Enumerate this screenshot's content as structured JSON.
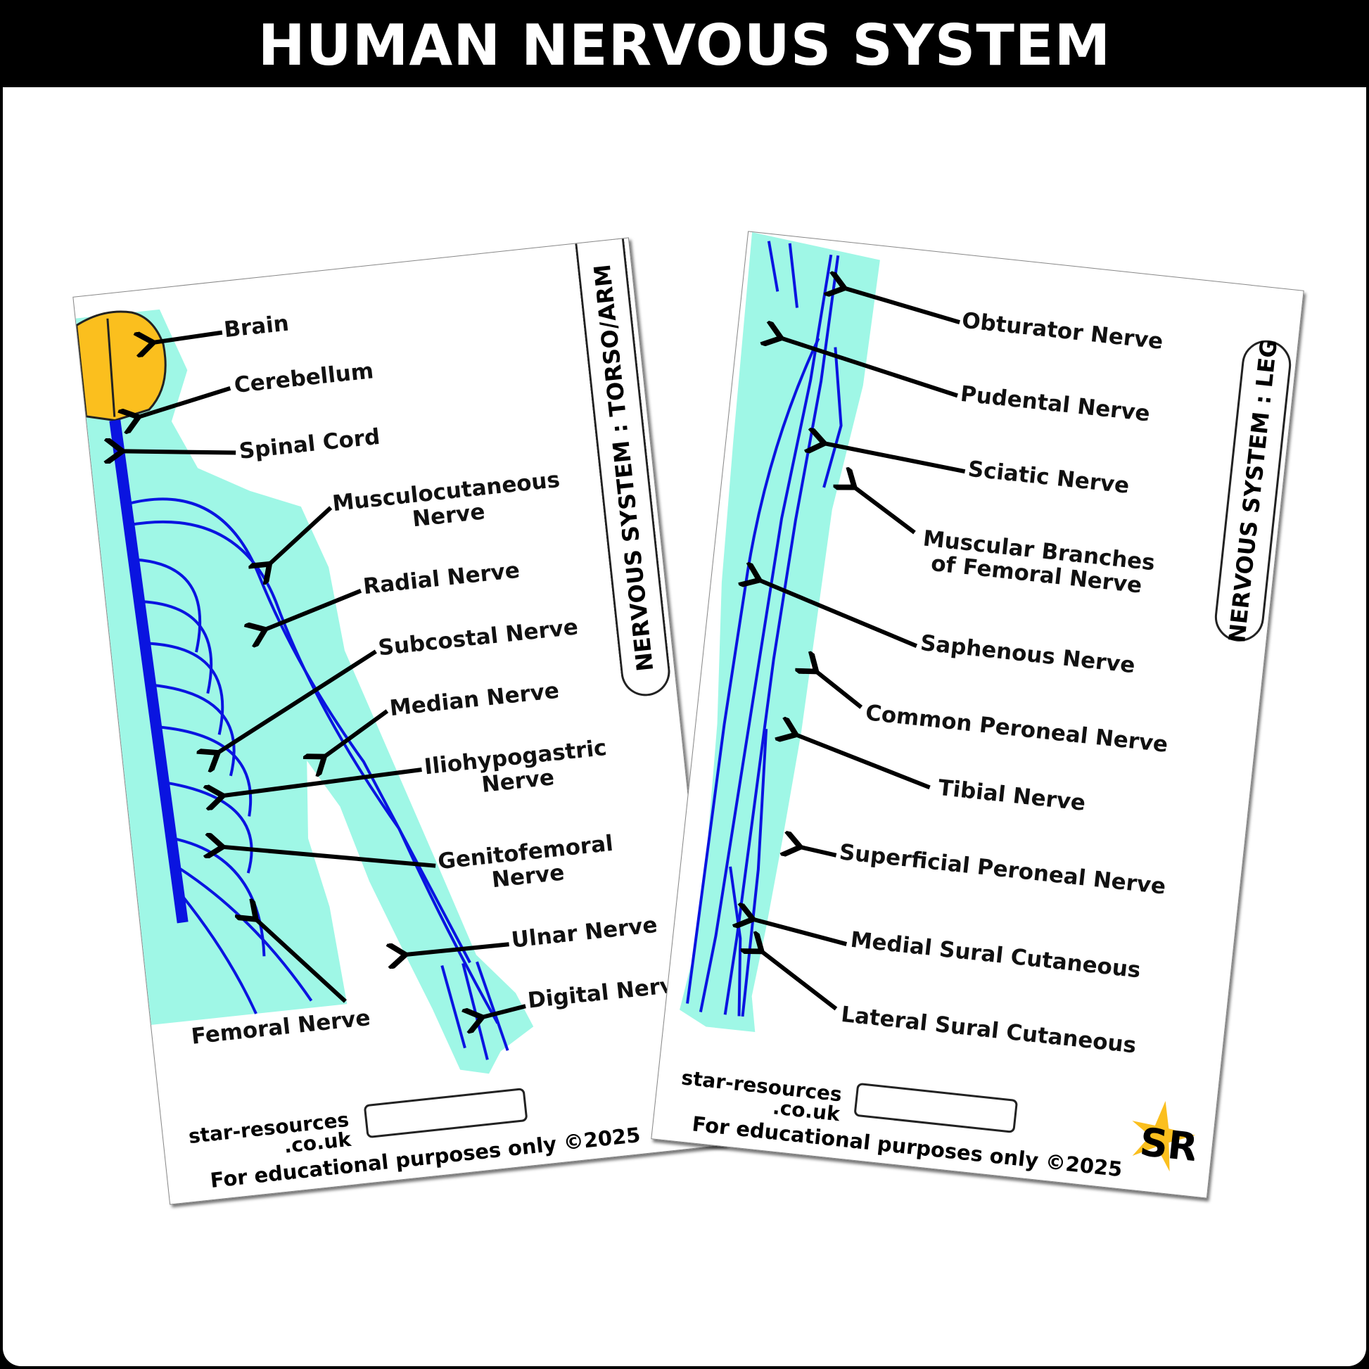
{
  "title": "HUMAN NERVOUS SYSTEM",
  "colors": {
    "nerve": "#0a14e0",
    "body": "#9ff7e6",
    "brain": "#fbbf1e",
    "marker": "#e01010"
  },
  "left_card": {
    "tab": "NERVOUS SYSTEM : TORSO/ARM",
    "labels": {
      "brain": "Brain",
      "cerebellum": "Cerebellum",
      "spinal": "Spinal Cord",
      "musculo1": "Musculocutaneous",
      "musculo2": "Nerve",
      "radial": "Radial Nerve",
      "subcostal": "Subcostal Nerve",
      "median": "Median Nerve",
      "ilio1": "Iliohypogastric",
      "ilio2": "Nerve",
      "genito1": "Genitofemoral",
      "genito2": "Nerve",
      "ulnar": "Ulnar Nerve",
      "digital": "Digital Nerve",
      "femoral": "Femoral Nerve"
    },
    "site1": "star-resources",
    "site2": ".co.uk",
    "footer": "For educational purposes only ©2025"
  },
  "right_card": {
    "tab": "NERVOUS SYSTEM : LEG",
    "labels": {
      "obturator": "Obturator Nerve",
      "pudental": "Pudental Nerve",
      "sciatic": "Sciatic Nerve",
      "muscular1": "Muscular Branches",
      "muscular2": "of Femoral Nerve",
      "saphenous": "Saphenous Nerve",
      "common": "Common Peroneal Nerve",
      "tibial": "Tibial Nerve",
      "superficial": "Superficial Peroneal Nerve",
      "medial": "Medial Sural Cutaneous",
      "lateral": "Lateral Sural Cutaneous"
    },
    "site1": "star-resources",
    "site2": ".co.uk",
    "footer": "For educational purposes only ©2025",
    "logo": "SR"
  }
}
